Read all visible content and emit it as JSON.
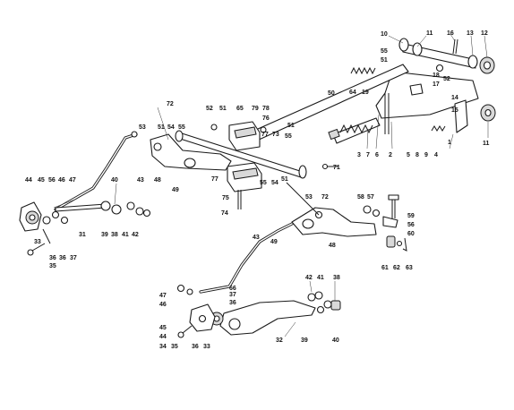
{
  "callouts": [
    {
      "id": "c10",
      "text": "10"
    },
    {
      "id": "c11a",
      "text": "11"
    },
    {
      "id": "c16",
      "text": "16"
    },
    {
      "id": "c13",
      "text": "13"
    },
    {
      "id": "c12",
      "text": "12"
    },
    {
      "id": "c55a",
      "text": "55"
    },
    {
      "id": "c51a",
      "text": "51"
    },
    {
      "id": "c52a",
      "text": "52"
    },
    {
      "id": "c18",
      "text": "18"
    },
    {
      "id": "c17",
      "text": "17"
    },
    {
      "id": "c64",
      "text": "64"
    },
    {
      "id": "c19",
      "text": "19"
    },
    {
      "id": "c50",
      "text": "50"
    },
    {
      "id": "c14",
      "text": "14"
    },
    {
      "id": "c15",
      "text": "15"
    },
    {
      "id": "c11b",
      "text": "11"
    },
    {
      "id": "c3",
      "text": "3"
    },
    {
      "id": "c7",
      "text": "7"
    },
    {
      "id": "c6",
      "text": "6"
    },
    {
      "id": "c2",
      "text": "2"
    },
    {
      "id": "c5",
      "text": "5"
    },
    {
      "id": "c8",
      "text": "8"
    },
    {
      "id": "c9",
      "text": "9"
    },
    {
      "id": "c4",
      "text": "4"
    },
    {
      "id": "c1",
      "text": "1"
    },
    {
      "id": "c72a",
      "text": "72"
    },
    {
      "id": "c52b",
      "text": "52"
    },
    {
      "id": "c51b",
      "text": "51"
    },
    {
      "id": "c65",
      "text": "65"
    },
    {
      "id": "c79",
      "text": "79"
    },
    {
      "id": "c78",
      "text": "78"
    },
    {
      "id": "c76",
      "text": "76"
    },
    {
      "id": "c53a",
      "text": "53"
    },
    {
      "id": "c51c",
      "text": "51"
    },
    {
      "id": "c54a",
      "text": "54"
    },
    {
      "id": "c55b",
      "text": "55"
    },
    {
      "id": "c51d",
      "text": "51"
    },
    {
      "id": "c55c",
      "text": "55"
    },
    {
      "id": "c77a",
      "text": "77"
    },
    {
      "id": "c73",
      "text": "73"
    },
    {
      "id": "c43a",
      "text": "43"
    },
    {
      "id": "c48a",
      "text": "48"
    },
    {
      "id": "c49a",
      "text": "49"
    },
    {
      "id": "c77b",
      "text": "77"
    },
    {
      "id": "c75",
      "text": "75"
    },
    {
      "id": "c74",
      "text": "74"
    },
    {
      "id": "c71",
      "text": "71"
    },
    {
      "id": "c55d",
      "text": "55"
    },
    {
      "id": "c54b",
      "text": "54"
    },
    {
      "id": "c51e",
      "text": "51"
    },
    {
      "id": "c53b",
      "text": "53"
    },
    {
      "id": "c72b",
      "text": "72"
    },
    {
      "id": "c58",
      "text": "58"
    },
    {
      "id": "c57",
      "text": "57"
    },
    {
      "id": "c59",
      "text": "59"
    },
    {
      "id": "c56a",
      "text": "56"
    },
    {
      "id": "c60",
      "text": "60"
    },
    {
      "id": "c61",
      "text": "61"
    },
    {
      "id": "c62",
      "text": "62"
    },
    {
      "id": "c63",
      "text": "63"
    },
    {
      "id": "c43b",
      "text": "43"
    },
    {
      "id": "c49b",
      "text": "49"
    },
    {
      "id": "c48b",
      "text": "48"
    },
    {
      "id": "c44a",
      "text": "44"
    },
    {
      "id": "c45a",
      "text": "45"
    },
    {
      "id": "c56b",
      "text": "56"
    },
    {
      "id": "c46a",
      "text": "46"
    },
    {
      "id": "c47a",
      "text": "47"
    },
    {
      "id": "c40a",
      "text": "40"
    },
    {
      "id": "c31",
      "text": "31"
    },
    {
      "id": "c39a",
      "text": "39"
    },
    {
      "id": "c38a",
      "text": "38"
    },
    {
      "id": "c41a",
      "text": "41"
    },
    {
      "id": "c42a",
      "text": "42"
    },
    {
      "id": "c33a",
      "text": "33"
    },
    {
      "id": "c36a",
      "text": "36"
    },
    {
      "id": "c36b",
      "text": "36"
    },
    {
      "id": "c37a",
      "text": "37"
    },
    {
      "id": "c35a",
      "text": "35"
    },
    {
      "id": "c66",
      "text": "66"
    },
    {
      "id": "c47b",
      "text": "47"
    },
    {
      "id": "c37b",
      "text": "37"
    },
    {
      "id": "c46b",
      "text": "46"
    },
    {
      "id": "c36c",
      "text": "36"
    },
    {
      "id": "c42b",
      "text": "42"
    },
    {
      "id": "c41b",
      "text": "41"
    },
    {
      "id": "c38b",
      "text": "38"
    },
    {
      "id": "c45b",
      "text": "45"
    },
    {
      "id": "c44b",
      "text": "44"
    },
    {
      "id": "c34",
      "text": "34"
    },
    {
      "id": "c35b",
      "text": "35"
    },
    {
      "id": "c36d",
      "text": "36"
    },
    {
      "id": "c33b",
      "text": "33"
    },
    {
      "id": "c32",
      "text": "32"
    },
    {
      "id": "c39b",
      "text": "39"
    },
    {
      "id": "c40b",
      "text": "40"
    }
  ]
}
